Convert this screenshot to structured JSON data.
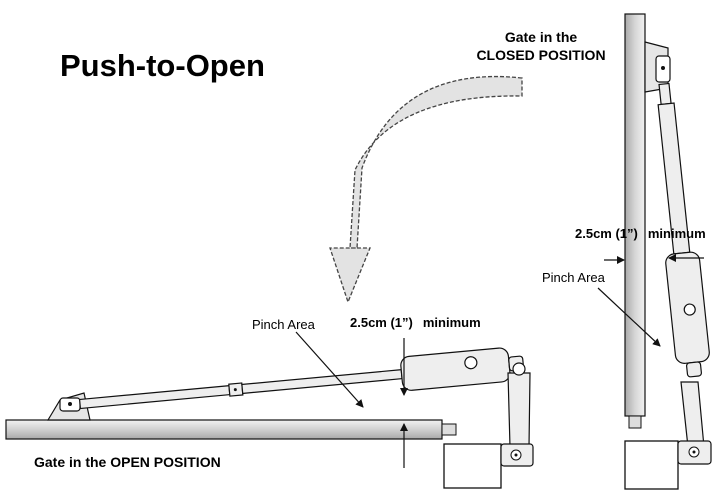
{
  "title": "Push-to-Open",
  "closed_label": {
    "line1": "Gate in the",
    "line2": "CLOSED POSITION"
  },
  "open_label": "Gate in the OPEN POSITION",
  "bottom_view": {
    "pinch_label": "Pinch Area",
    "clearance_value": "2.5cm (1”)",
    "clearance_word": "minimum"
  },
  "right_view": {
    "pinch_label": "Pinch Area",
    "clearance_value": "2.5cm (1”)",
    "clearance_word": "minimum"
  },
  "colors": {
    "line": "#111111",
    "gate_fill": "#dcdcdc",
    "actuator_fill": "#eeeeee",
    "arrow_fill": "#e3e3e3"
  }
}
